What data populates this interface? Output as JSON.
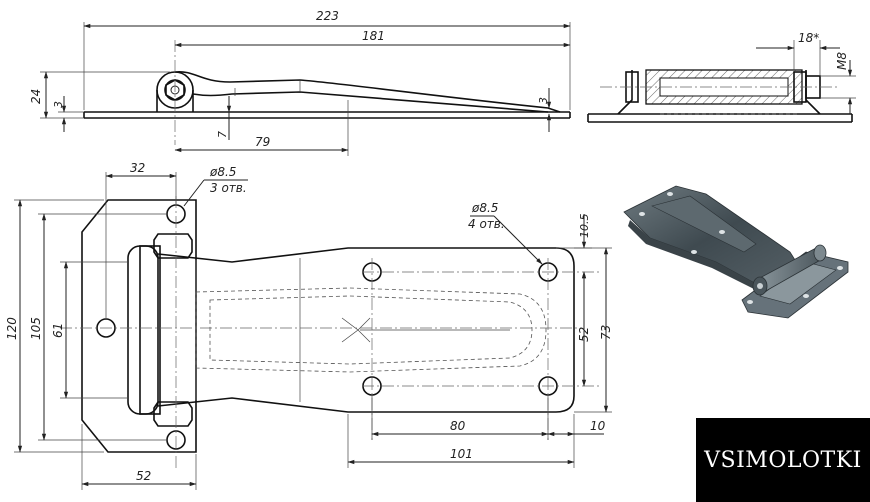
{
  "dimensions": {
    "top_view": {
      "overall_length": "223",
      "leaf_length": "181",
      "height": "24",
      "thickness_left": "3",
      "thickness_right": "3",
      "offset": "7",
      "step_length": "79"
    },
    "side_view": {
      "pin_length": "18*",
      "bolt": "M8"
    },
    "main_view": {
      "left_hole_spacing": "32",
      "left_hole_note_size": "ø8.5",
      "left_hole_note_count": "3 отв.",
      "right_hole_note_size": "ø8.5",
      "right_hole_note_count": "4 отв.",
      "overall_height": "120",
      "hole_span": "105",
      "flange_height": "61",
      "right_edge_offset": "10.5",
      "right_hole_span": "52",
      "right_height": "73",
      "right_hole_pitch": "80",
      "right_edge_gap": "10",
      "right_leaf_length": "101",
      "left_plate_width": "52"
    }
  },
  "brand": {
    "name": "VSIMOLOTKI"
  }
}
